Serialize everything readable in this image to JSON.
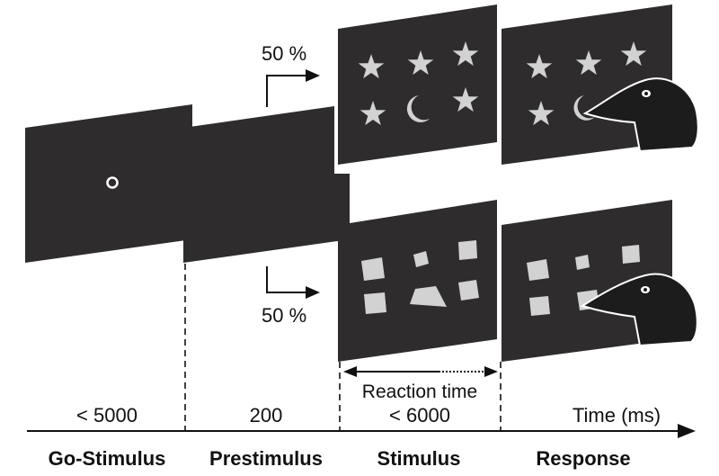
{
  "probabilities": {
    "upper": "50 %",
    "lower": "50 %"
  },
  "durations": {
    "go_stimulus": "< 5000",
    "prestimulus": "200",
    "stimulus": "< 6000"
  },
  "reaction_time_label": "Reaction time",
  "time_axis_label": "Time (ms)",
  "phases": {
    "go_stimulus": "Go-Stimulus",
    "prestimulus": "Prestimulus",
    "stimulus": "Stimulus",
    "response": "Response"
  },
  "colors": {
    "screen": "#2e2c2c",
    "item": "#d2d2d2",
    "ink": "#111111",
    "crow": "#1c1c1c"
  },
  "icons": {
    "upper_stimulus": [
      "star-icon",
      "star-icon",
      "star-icon",
      "star-icon",
      "moon-icon",
      "star-icon"
    ],
    "lower_stimulus": [
      "square-icon",
      "square-icon",
      "square-icon",
      "square-icon",
      "quadrilateral-icon",
      "square-icon"
    ],
    "response_agent": "crow-head-icon"
  }
}
